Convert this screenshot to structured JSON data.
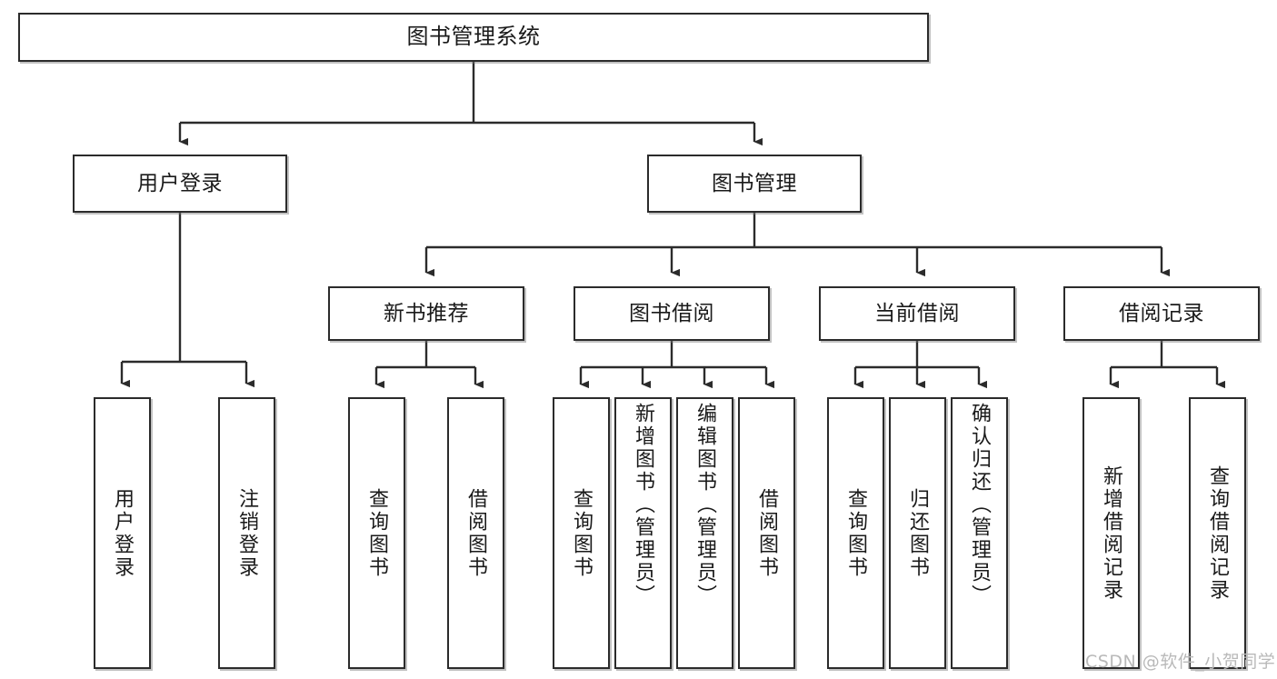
{
  "diagram": {
    "title": "图书管理系统",
    "type": "tree-hierarchy",
    "watermark": "CSDN @软件_小贺同学",
    "colors": {
      "box_border": "#2b2b2b",
      "box_fill": "#ffffff",
      "edge": "#1a1a1a",
      "watermark": "#b9b9b9",
      "canvas": "#ffffff"
    },
    "nodes": {
      "root": {
        "label": "图书管理系统"
      },
      "level2": [
        {
          "id": "user-login",
          "label": "用户登录"
        },
        {
          "id": "book-manage",
          "label": "图书管理"
        }
      ],
      "level3": [
        {
          "id": "new-book-recommend",
          "label": "新书推荐"
        },
        {
          "id": "book-borrow",
          "label": "图书借阅"
        },
        {
          "id": "current-borrow",
          "label": "当前借阅"
        },
        {
          "id": "borrow-record",
          "label": "借阅记录"
        }
      ],
      "leaves": [
        {
          "id": "leaf-user-login",
          "label": "用户登录",
          "parent": "user-login"
        },
        {
          "id": "leaf-user-logout",
          "label": "注销登录",
          "parent": "user-login"
        },
        {
          "id": "leaf-query-book-1",
          "label": "查询图书",
          "parent": "new-book-recommend"
        },
        {
          "id": "leaf-borrow-book-1",
          "label": "借阅图书",
          "parent": "new-book-recommend"
        },
        {
          "id": "leaf-query-book-2",
          "label": "查询图书",
          "parent": "book-borrow"
        },
        {
          "id": "leaf-add-book",
          "label": "新增图书（管理员）",
          "parent": "book-borrow"
        },
        {
          "id": "leaf-edit-book",
          "label": "编辑图书（管理员）",
          "parent": "book-borrow"
        },
        {
          "id": "leaf-borrow-book-2",
          "label": "借阅图书",
          "parent": "book-borrow"
        },
        {
          "id": "leaf-query-book-3",
          "label": "查询图书",
          "parent": "current-borrow"
        },
        {
          "id": "leaf-return-book",
          "label": "归还图书",
          "parent": "current-borrow"
        },
        {
          "id": "leaf-confirm-return",
          "label": "确认归还（管理员）",
          "parent": "current-borrow"
        },
        {
          "id": "leaf-add-record",
          "label": "新增借阅记录",
          "parent": "borrow-record"
        },
        {
          "id": "leaf-query-record",
          "label": "查询借阅记录",
          "parent": "borrow-record"
        }
      ]
    }
  }
}
